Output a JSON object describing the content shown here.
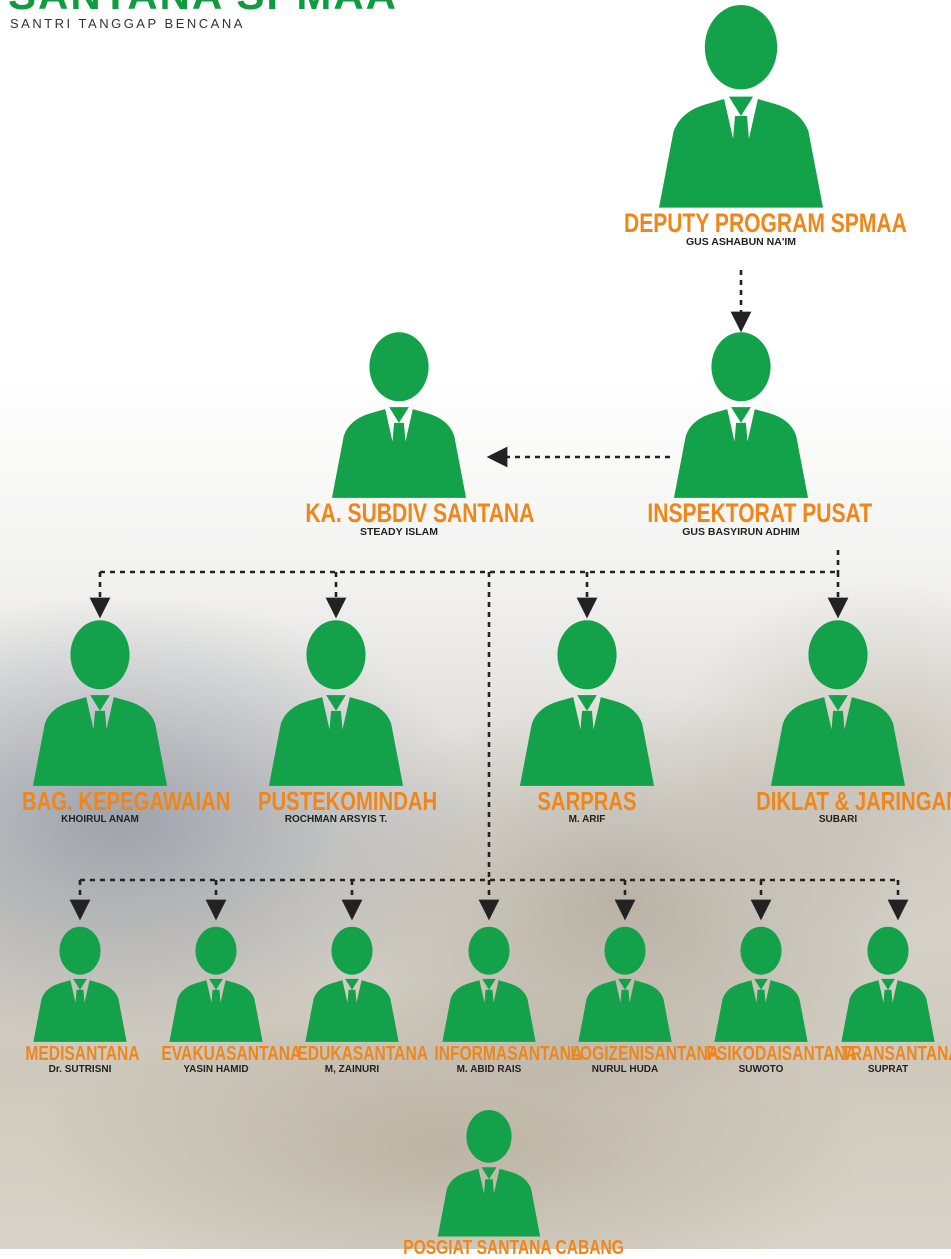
{
  "header": {
    "brand": "SANTANA SPMAA",
    "tagline": "SANTRI TANGGAP BENCANA"
  },
  "colors": {
    "icon": "#13a14a",
    "role": "#f0861a",
    "name": "#222222",
    "connector": "#222222"
  },
  "icon": "person-suit-icon",
  "nodes": [
    {
      "id": "deputy",
      "role": "DEPUTY PROGRAM SPMAA",
      "name": "GUS ASHABUN NA'IM"
    },
    {
      "id": "inspektorat",
      "role": "INSPEKTORAT  PUSAT",
      "name": "GUS BASYIRUN ADHIM"
    },
    {
      "id": "subdiv",
      "role": "KA. SUBDIV SANTANA",
      "name": "STEADY ISLAM"
    },
    {
      "id": "kepegawaian",
      "role": "BAG. KEPEGAWAIAN",
      "name": "KHOIRUL ANAM"
    },
    {
      "id": "pustekomindah",
      "role": "PUSTEKOMINDAH",
      "name": "ROCHMAN ARSYIS T."
    },
    {
      "id": "sarpras",
      "role": "SARPRAS",
      "name": "M. ARIF"
    },
    {
      "id": "diklat",
      "role": "DIKLAT & JARINGAN",
      "name": "SUBARI"
    },
    {
      "id": "medisantana",
      "role": "MEDISANTANA",
      "name": "Dr. SUTRISNI"
    },
    {
      "id": "evakuasantana",
      "role": "EVAKUASANTANA",
      "name": "YASIN HAMID"
    },
    {
      "id": "edukasantana",
      "role": "EDUKASANTANA",
      "name": "M, ZAINURI"
    },
    {
      "id": "informasantana",
      "role": "INFORMASANTANA",
      "name": "M. ABID RAIS"
    },
    {
      "id": "logizenisantana",
      "role": "LOGIZENISANTANA",
      "name": "NURUL HUDA"
    },
    {
      "id": "psikodaisantana",
      "role": "PSIKODAISANTANA",
      "name": "SUWOTO"
    },
    {
      "id": "transantana",
      "role": "TRANSANTANA",
      "name": "SUPRAT"
    },
    {
      "id": "posgiat",
      "role": "POSGIAT SANTANA CABANG",
      "name": ""
    }
  ]
}
